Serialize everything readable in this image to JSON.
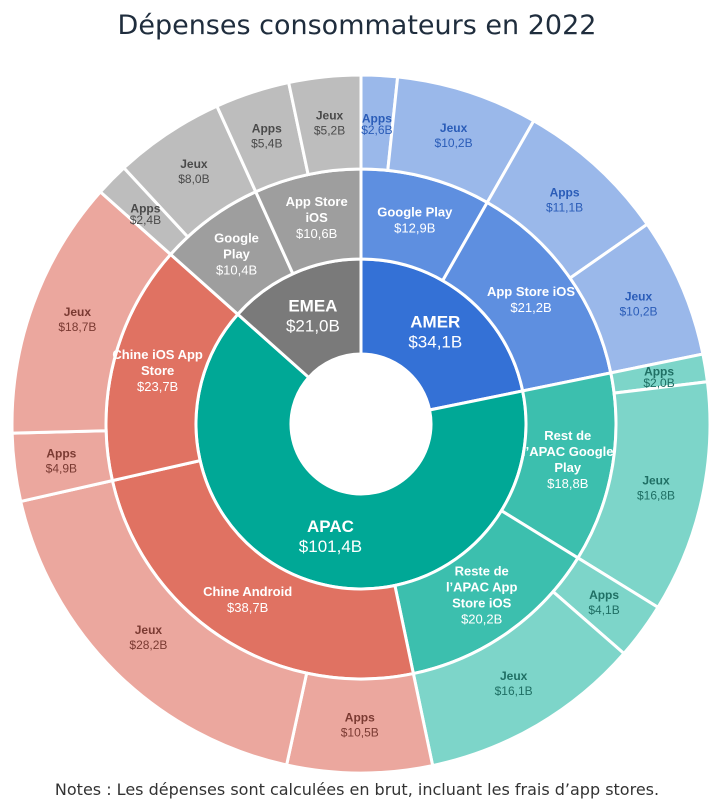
{
  "chart_data": {
    "type": "sunburst",
    "title": "Dépenses consommateurs en 2022",
    "note": "Notes : Les dépenses sont calculées en brut, incluant les frais d’app stores.",
    "regions": [
      {
        "name": "AMER",
        "value": 34.1,
        "value_label": "$34,1B",
        "color": "#3471d6",
        "children": [
          {
            "name": "Google Play",
            "value": 12.9,
            "value_label": "$12,9B",
            "color": "#5e8fe0",
            "children": [
              {
                "name": "Apps",
                "value": 2.6,
                "value_label": "$2,6B",
                "color": "#9ab8ea"
              },
              {
                "name": "Jeux",
                "value": 10.2,
                "value_label": "$10,2B",
                "color": "#9ab8ea"
              }
            ]
          },
          {
            "name": "App Store iOS",
            "value": 21.2,
            "value_label": "$21,2B",
            "color": "#5e8fe0",
            "children": [
              {
                "name": "Apps",
                "value": 11.1,
                "value_label": "$11,1B",
                "color": "#9ab8ea"
              },
              {
                "name": "Jeux",
                "value": 10.2,
                "value_label": "$10,2B",
                "color": "#9ab8ea"
              }
            ]
          }
        ]
      },
      {
        "name": "APAC",
        "value": 101.4,
        "value_label": "$101,4B",
        "color": "#00a896",
        "children": [
          {
            "name": "Rest de l’APAC Google Play",
            "value": 18.8,
            "value_label": "$18,8B",
            "color": "#3cbfae",
            "children": [
              {
                "name": "Apps",
                "value": 2.0,
                "value_label": "$2,0B",
                "color": "#7dd5c9"
              },
              {
                "name": "Jeux",
                "value": 16.8,
                "value_label": "$16,8B",
                "color": "#7dd5c9"
              }
            ]
          },
          {
            "name": "Reste de l’APAC App Store iOS",
            "value": 20.2,
            "value_label": "$20,2B",
            "color": "#3cbfae",
            "children": [
              {
                "name": "Apps",
                "value": 4.1,
                "value_label": "$4,1B",
                "color": "#7dd5c9"
              },
              {
                "name": "Jeux",
                "value": 16.1,
                "value_label": "$16,1B",
                "color": "#7dd5c9"
              }
            ]
          },
          {
            "name": "Chine Android",
            "value": 38.7,
            "value_label": "$38,7B",
            "color": "#e07262",
            "children": [
              {
                "name": "Apps",
                "value": 10.5,
                "value_label": "$10,5B",
                "color": "#eba79e"
              },
              {
                "name": "Jeux",
                "value": 28.2,
                "value_label": "$28,2B",
                "color": "#eba79e"
              }
            ]
          },
          {
            "name": "Chine iOS App Store",
            "value": 23.7,
            "value_label": "$23,7B",
            "color": "#e07262",
            "children": [
              {
                "name": "Apps",
                "value": 4.9,
                "value_label": "$4,9B",
                "color": "#eba79e"
              },
              {
                "name": "Jeux",
                "value": 18.7,
                "value_label": "$18,7B",
                "color": "#eba79e"
              }
            ]
          }
        ]
      },
      {
        "name": "EMEA",
        "value": 21.0,
        "value_label": "$21,0B",
        "color": "#7a7a7a",
        "children": [
          {
            "name": "Google Play",
            "value": 10.4,
            "value_label": "$10,4B",
            "color": "#9e9e9e",
            "children": [
              {
                "name": "Apps",
                "value": 2.4,
                "value_label": "$2,4B",
                "color": "#bdbdbd"
              },
              {
                "name": "Jeux",
                "value": 8.0,
                "value_label": "$8,0B",
                "color": "#bdbdbd"
              }
            ]
          },
          {
            "name": "App Store iOS",
            "value": 10.6,
            "value_label": "$10,6B",
            "color": "#9e9e9e",
            "children": [
              {
                "name": "Apps",
                "value": 5.4,
                "value_label": "$5,4B",
                "color": "#bdbdbd"
              },
              {
                "name": "Jeux",
                "value": 5.2,
                "value_label": "$5,2B",
                "color": "#bdbdbd"
              }
            ]
          }
        ]
      }
    ]
  }
}
